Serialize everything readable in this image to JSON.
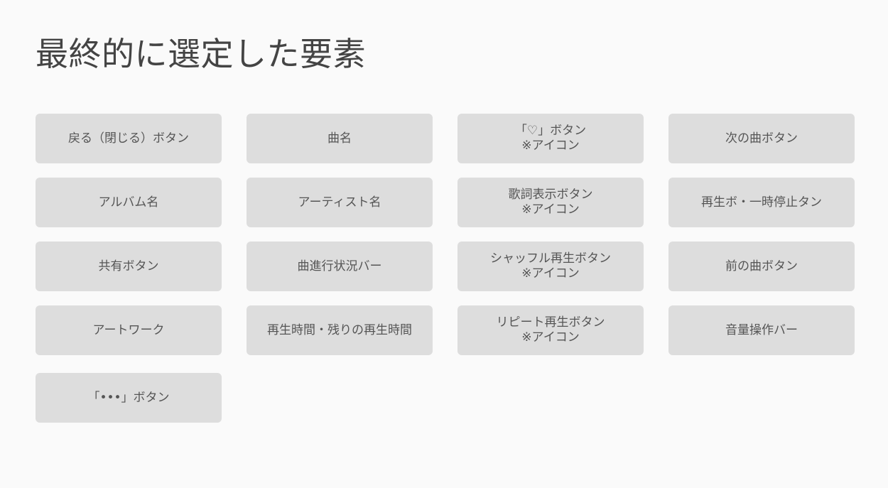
{
  "page": {
    "title": "最終的に選定した要素"
  },
  "elements": [
    {
      "lines": [
        "戻る（閉じる）ボタン"
      ]
    },
    {
      "lines": [
        "曲名"
      ]
    },
    {
      "lines": [
        "「♡」ボタン",
        "※アイコン"
      ]
    },
    {
      "lines": [
        "次の曲ボタン"
      ]
    },
    {
      "lines": [
        "アルバム名"
      ]
    },
    {
      "lines": [
        "アーティスト名"
      ]
    },
    {
      "lines": [
        "歌詞表示ボタン",
        "※アイコン"
      ]
    },
    {
      "lines": [
        "再生ボ・一時停止タン"
      ]
    },
    {
      "lines": [
        "共有ボタン"
      ]
    },
    {
      "lines": [
        "曲進行状況バー"
      ]
    },
    {
      "lines": [
        "シャッフル再生ボタン",
        "※アイコン"
      ]
    },
    {
      "lines": [
        "前の曲ボタン"
      ]
    },
    {
      "lines": [
        "アートワーク"
      ]
    },
    {
      "lines": [
        "再生時間・残りの再生時間"
      ]
    },
    {
      "lines": [
        "リピート再生ボタン",
        "※アイコン"
      ]
    },
    {
      "lines": [
        "音量操作バー"
      ]
    },
    {
      "lines": [
        "「•••」ボタン"
      ]
    }
  ],
  "colors": {
    "background": "#fafafa",
    "card": "#dddddd",
    "title_text": "#444444",
    "card_text": "#555555"
  }
}
